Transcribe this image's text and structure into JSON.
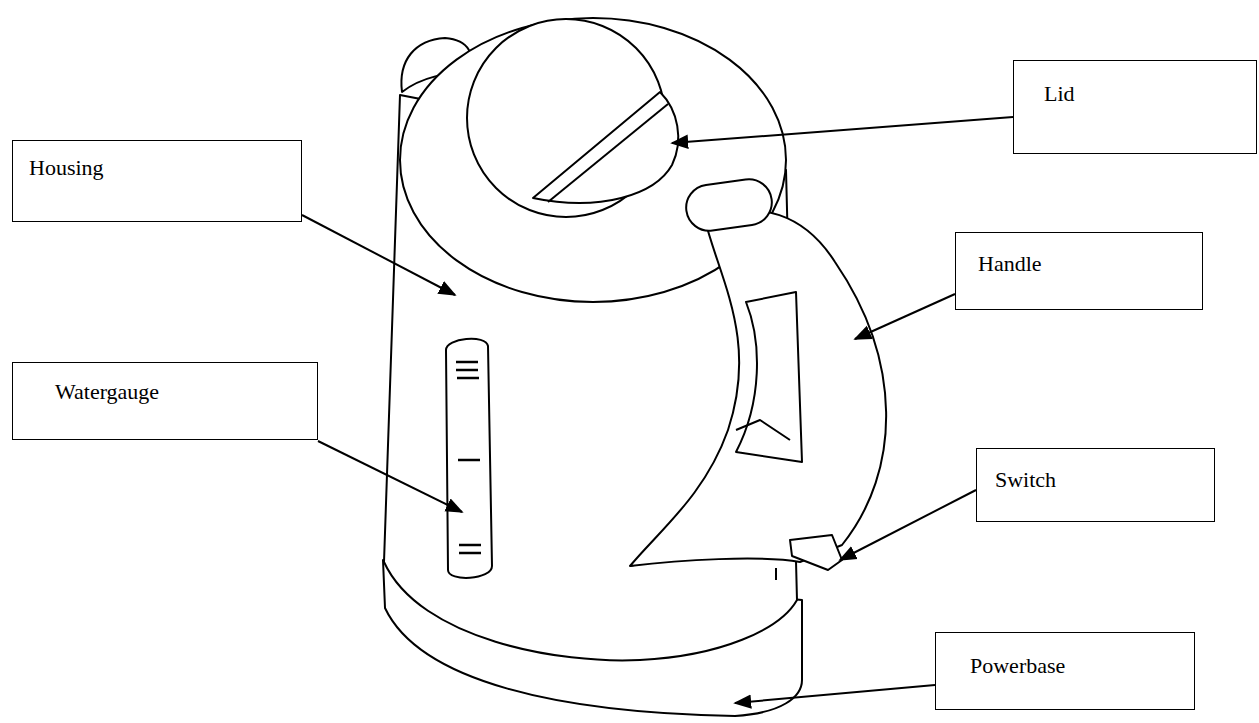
{
  "diagram": {
    "nodes": [
      {
        "text": [
          "Lid"
        ]
      },
      {
        "text": [
          "Housing"
        ]
      },
      {
        "text": [
          "Handle"
        ]
      },
      {
        "text": [
          "Watergauge"
        ]
      },
      {
        "text": [
          "Switch"
        ]
      },
      {
        "text": [
          "Powerbase"
        ]
      }
    ]
  }
}
